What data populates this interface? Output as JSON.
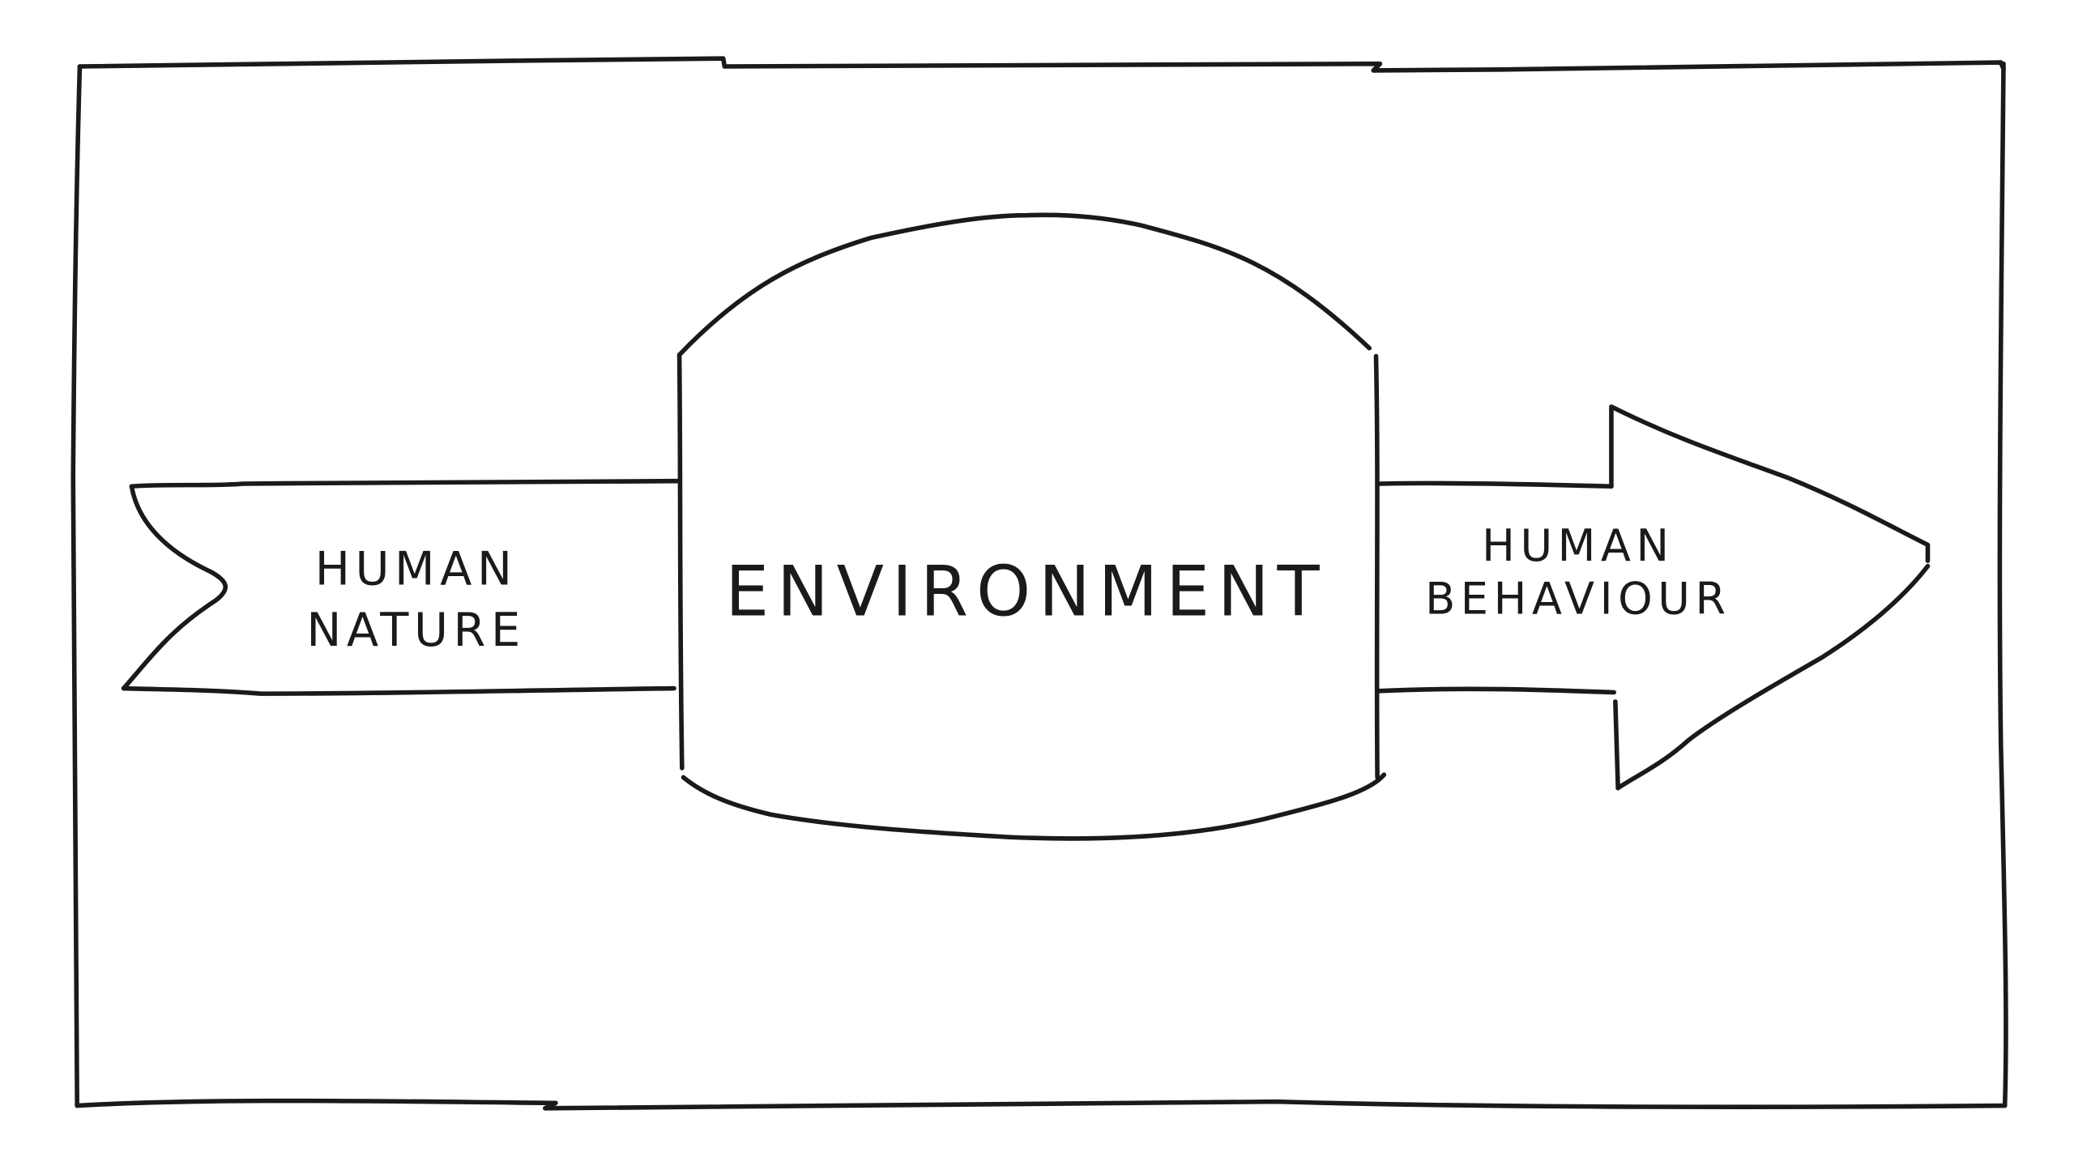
{
  "diagram": {
    "input_label": [
      "HUMAN",
      "NATURE"
    ],
    "center_label": "ENVIRONMENT",
    "output_label": [
      "HUMAN",
      "BEHAVIOUR"
    ]
  },
  "style": {
    "ink_color": "#1a1a1a",
    "background_color": "#ffffff"
  }
}
